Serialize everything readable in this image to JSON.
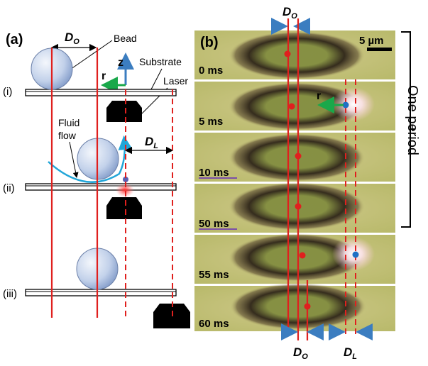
{
  "panel_a": {
    "label": "(a)",
    "do_label": "D",
    "do_sub": "O",
    "dl_label": "D",
    "dl_sub": "L",
    "bead_label": "Bead",
    "substrate_label": "Substrate",
    "laser_label": "Laser",
    "z_label": "z",
    "r_label": "r",
    "fluid_label_1": "Fluid",
    "fluid_label_2": "flow",
    "step_1": "(i)",
    "step_2": "(ii)",
    "step_3": "(iii)"
  },
  "panel_b": {
    "label": "(b)",
    "scale_label": "5 µm",
    "r_label": "r",
    "top_do_label": "D",
    "top_do_sub": "O",
    "bottom_do_label": "D",
    "bottom_do_sub": "O",
    "bottom_dl_label": "D",
    "bottom_dl_sub": "L",
    "period_label": "One period",
    "frames": [
      {
        "time": "0 ms"
      },
      {
        "time": "5 ms"
      },
      {
        "time": "10 ms"
      },
      {
        "time": "50 ms"
      },
      {
        "time": "55 ms"
      },
      {
        "time": "60 ms"
      }
    ]
  },
  "colors": {
    "red_line": "#e0201e",
    "blue_arrow": "#3b7dc0",
    "green_arrow": "#19a84a",
    "frame_bg": "#c9c27a",
    "laser_dot": "#1f6fc4",
    "bead_fill": "#9fb7dc"
  }
}
